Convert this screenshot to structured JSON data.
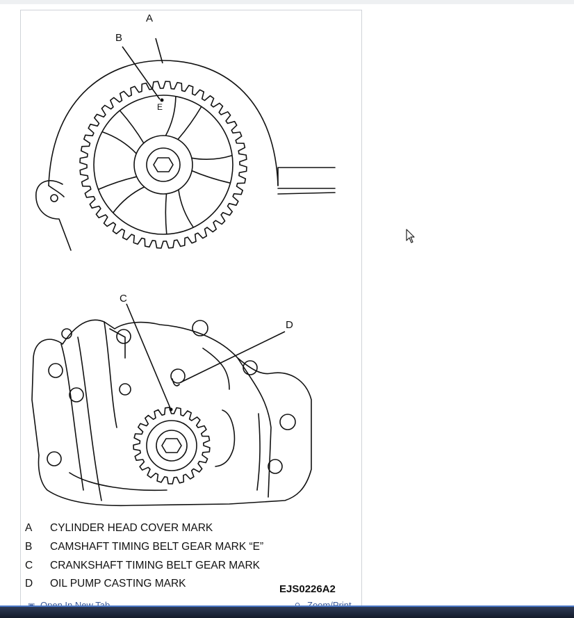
{
  "figure": {
    "callouts": {
      "a": "A",
      "b": "B",
      "c": "C",
      "d": "D",
      "e": "E"
    },
    "legend": [
      {
        "key": "A",
        "text": "CYLINDER HEAD COVER MARK"
      },
      {
        "key": "B",
        "text": "CAMSHAFT TIMING BELT GEAR MARK “E”"
      },
      {
        "key": "C",
        "text": "CRANKSHAFT TIMING BELT GEAR MARK"
      },
      {
        "key": "D",
        "text": "OIL PUMP CASTING MARK"
      }
    ],
    "figure_code": "EJS0226A2"
  },
  "links": {
    "open_new_tab": "Open In New Tab",
    "zoom_print": "Zoom/Print"
  },
  "colors": {
    "line": "#111111",
    "panel_border": "#cfd3d8",
    "link": "#3c5a99",
    "taskbar": "#1e2a40"
  }
}
